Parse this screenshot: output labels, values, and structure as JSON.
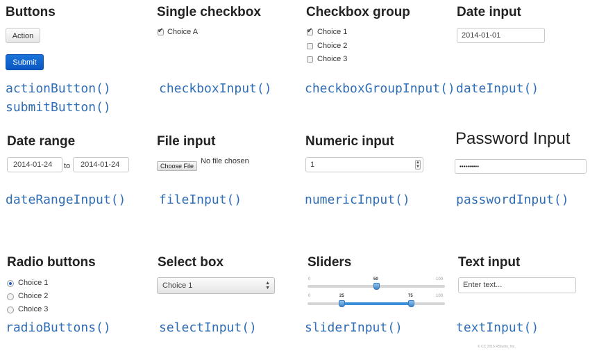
{
  "buttons": {
    "title": "Buttons",
    "action_label": "Action",
    "submit_label": "Submit",
    "fn1": "actionButton()",
    "fn2": "submitButton()"
  },
  "single_checkbox": {
    "title": "Single checkbox",
    "label": "Choice A",
    "checked": true,
    "fn": "checkboxInput()"
  },
  "checkbox_group": {
    "title": "Checkbox group",
    "choices": [
      "Choice 1",
      "Choice 2",
      "Choice 3"
    ],
    "checked": [
      true,
      false,
      false
    ],
    "fn": "checkboxGroupInput()"
  },
  "date_input": {
    "title": "Date input",
    "value": "2014-01-01",
    "fn": "dateInput()"
  },
  "date_range": {
    "title": "Date range",
    "start": "2014-01-24",
    "separator": "to",
    "end": "2014-01-24",
    "fn": "dateRangeInput()"
  },
  "file_input": {
    "title": "File input",
    "button_label": "Choose File",
    "status": "No file chosen",
    "fn": "fileInput()"
  },
  "numeric_input": {
    "title": "Numeric input",
    "value": "1",
    "fn": "numericInput()"
  },
  "password_input": {
    "title": "Password Input",
    "value": "••••••••••",
    "fn": "passwordInput()"
  },
  "radio_buttons": {
    "title": "Radio buttons",
    "choices": [
      "Choice 1",
      "Choice 2",
      "Choice 3"
    ],
    "selected": "Choice 1",
    "fn": "radioButtons()"
  },
  "select_box": {
    "title": "Select box",
    "selected": "Choice 1",
    "fn": "selectInput()"
  },
  "sliders": {
    "title": "Sliders",
    "slider1": {
      "min": "0",
      "max": "100",
      "value": "50"
    },
    "slider2": {
      "min": "0",
      "max": "100",
      "low": "25",
      "high": "75"
    },
    "fn": "sliderInput()"
  },
  "text_input": {
    "title": "Text input",
    "placeholder": "Enter text...",
    "fn": "textInput()"
  },
  "footer": "© CC 2015 RStudio, Inc."
}
